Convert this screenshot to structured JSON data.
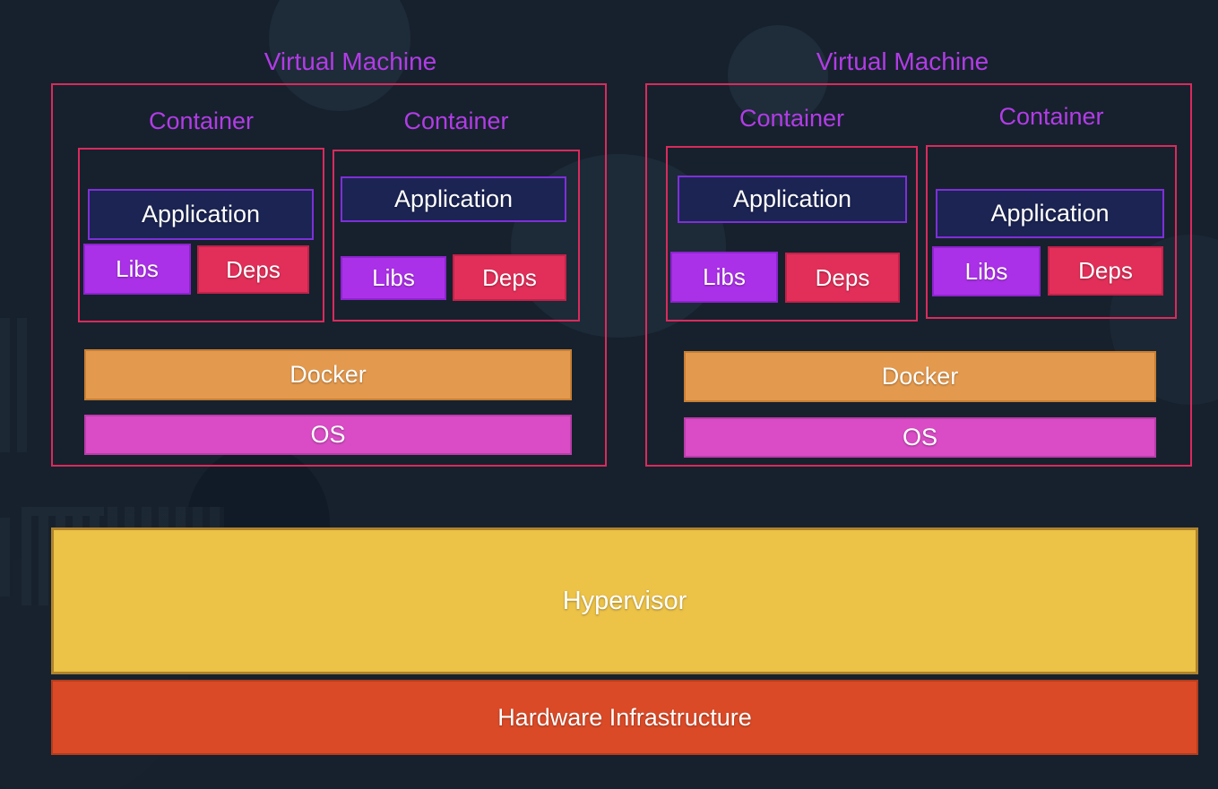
{
  "colors": {
    "background": "#16212d",
    "vm_border": "#da2a5c",
    "title_text": "#b23ce6",
    "label_text": "#ffffff",
    "app_fill": "#1b2453",
    "app_border": "#7e2fd8",
    "libs_fill": "#ab31e8",
    "libs_border": "#8e23cf",
    "deps_fill": "#e22f59",
    "deps_border": "#c2224a",
    "docker_fill": "#e49a4e",
    "docker_border": "#c87f33",
    "os_fill": "#d94cc6",
    "os_border": "#ba3ca9",
    "hypervisor_fill": "#ecc247",
    "hypervisor_border": "#b0832d",
    "hardware_fill": "#da4a27",
    "hardware_border": "#b43c1c"
  },
  "vms": [
    {
      "title": "Virtual Machine",
      "docker_label": "Docker",
      "os_label": "OS",
      "containers": [
        {
          "title": "Container",
          "application_label": "Application",
          "libs_label": "Libs",
          "deps_label": "Deps"
        },
        {
          "title": "Container",
          "application_label": "Application",
          "libs_label": "Libs",
          "deps_label": "Deps"
        }
      ]
    },
    {
      "title": "Virtual Machine",
      "docker_label": "Docker",
      "os_label": "OS",
      "containers": [
        {
          "title": "Container",
          "application_label": "Application",
          "libs_label": "Libs",
          "deps_label": "Deps"
        },
        {
          "title": "Container",
          "application_label": "Application",
          "libs_label": "Libs",
          "deps_label": "Deps"
        }
      ]
    }
  ],
  "hypervisor_label": "Hypervisor",
  "hardware_label": "Hardware Infrastructure"
}
